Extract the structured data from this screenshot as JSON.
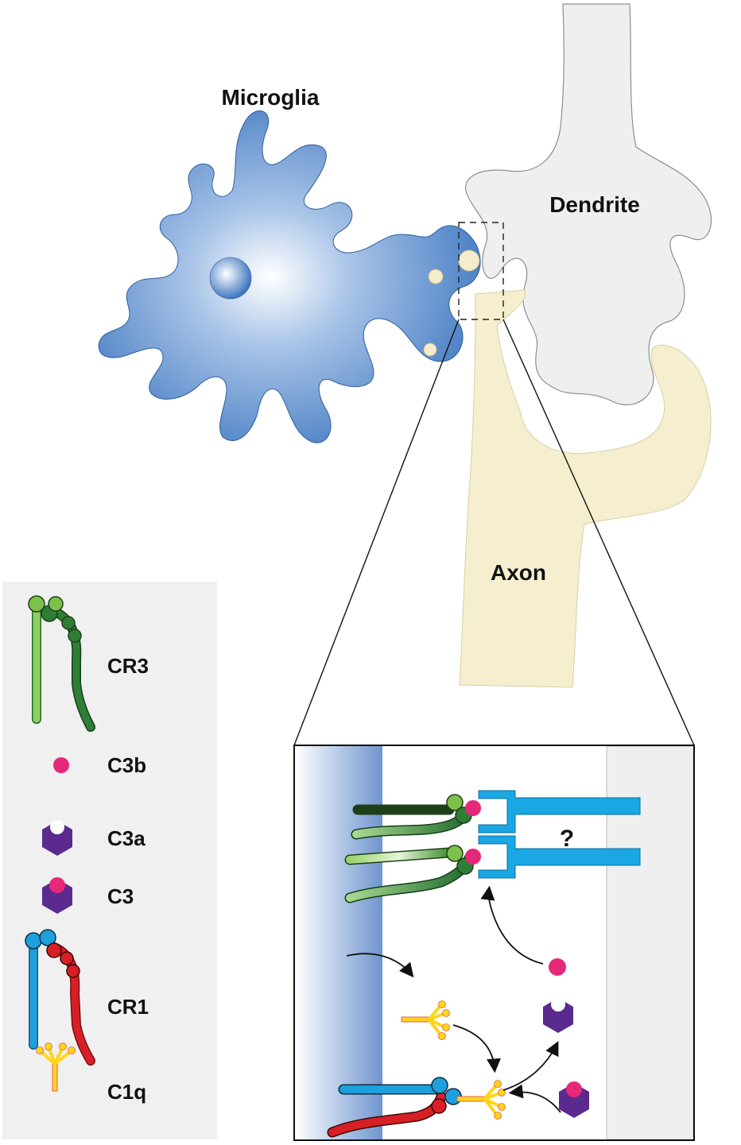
{
  "labels": {
    "microglia": "Microglia",
    "dendrite": "Dendrite",
    "axon": "Axon",
    "unknown_receptor": "?"
  },
  "legend": {
    "cr3": "CR3",
    "c3b": "C3b",
    "c3a": "C3a",
    "c3": "C3",
    "cr1": "CR1",
    "c1q": "C1q"
  },
  "colors": {
    "microglia": "#3f78c0",
    "dendrite": "#efefef",
    "axon": "#f5efcf",
    "cr3_light": "#7cc14a",
    "cr3_dark": "#1f6a2c",
    "c3b": "#e6287a",
    "c3a": "#5a2a8e",
    "cr1_blue": "#1ea0dc",
    "cr1_red": "#d91f26",
    "c1q": "#ffd51a",
    "receptor": "#1aa7e3",
    "legend_bg": "#f0f0f0"
  }
}
